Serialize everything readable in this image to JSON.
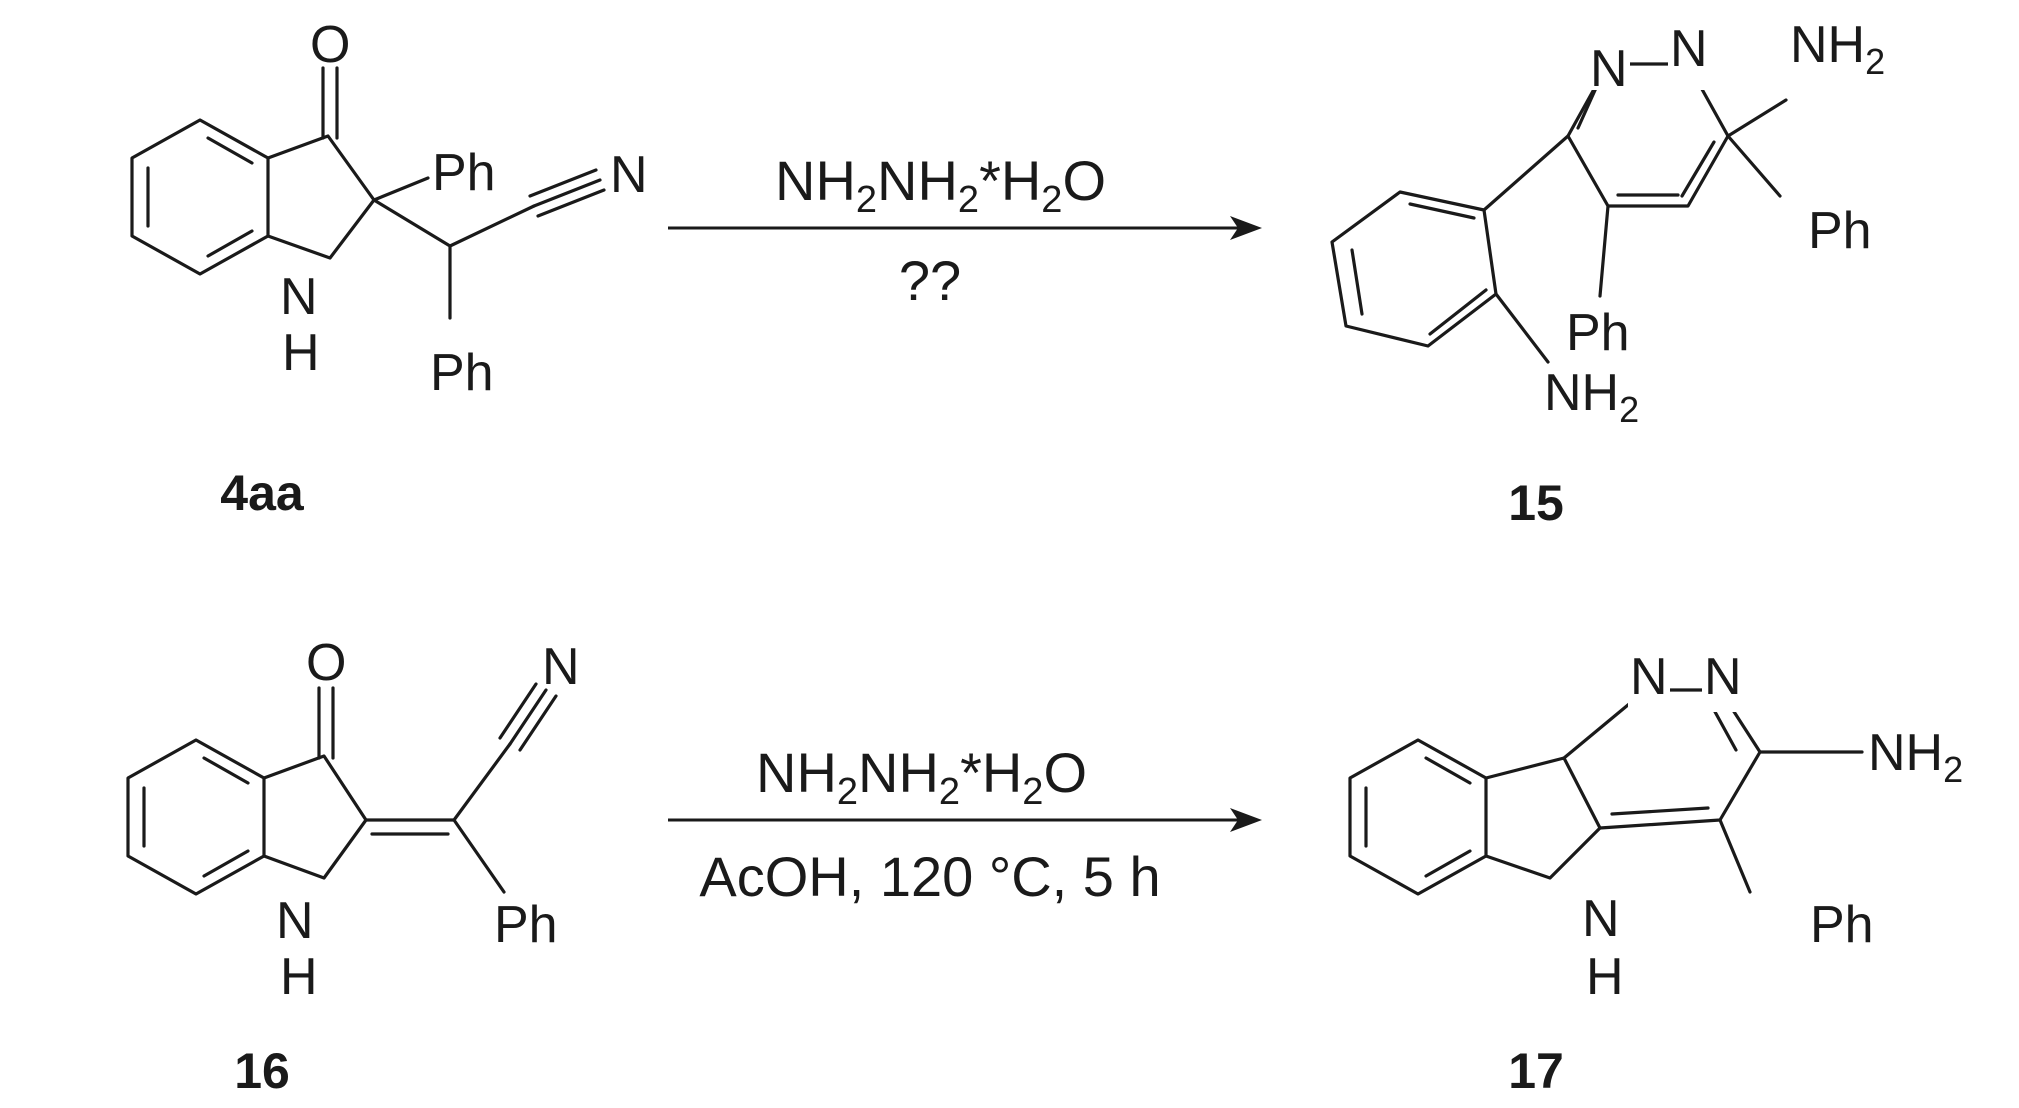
{
  "reactions": [
    {
      "reactant_label": "4aa",
      "product_label": "15",
      "reagent": {
        "base": "NH",
        "s1": "2",
        "mid": "NH",
        "s2": "2",
        "tail": "*H",
        "s3": "2",
        "end": "O"
      },
      "condition": "??"
    },
    {
      "reactant_label": "16",
      "product_label": "17",
      "reagent": {
        "base": "NH",
        "s1": "2",
        "mid": "NH",
        "s2": "2",
        "tail": "*H",
        "s3": "2",
        "end": "O"
      },
      "condition": "AcOH, 120 °C, 5 h"
    }
  ],
  "atoms": {
    "oxygen": "O",
    "nitrogen": "N",
    "hydrogen": "H",
    "phenyl": "Ph",
    "amine_base": "NH",
    "amine_sub": "2"
  },
  "colors": {
    "ink": "#1a1a1a",
    "background": "#ffffff"
  }
}
